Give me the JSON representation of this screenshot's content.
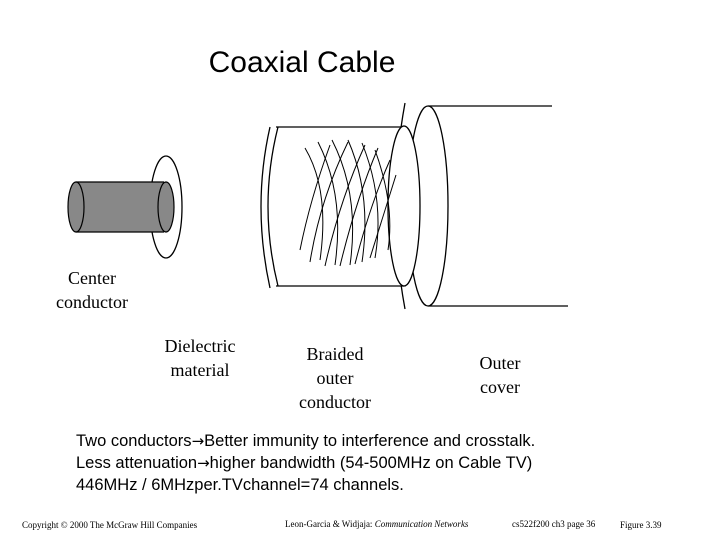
{
  "title": "Coaxial Cable",
  "labels": {
    "center_conductor": [
      "Center",
      "conductor"
    ],
    "dielectric": [
      "Dielectric",
      "material"
    ],
    "braided": [
      "Braided",
      "outer",
      "conductor"
    ],
    "outer_cover": [
      "Outer",
      "cover"
    ]
  },
  "bullets": [
    {
      "before": "Two conductors",
      "after": "Better immunity to interference and crosstalk."
    },
    {
      "before": "Less attenuation",
      "after": "higher bandwidth (54-500MHz on Cable TV)"
    },
    {
      "before": "446MHz / 6MHzper.TVchannel=74 channels.",
      "after": ""
    }
  ],
  "arrow_glyph": "→",
  "footer": {
    "copyright": "Copyright © 2000 The McGraw Hill Companies",
    "authors": "Leon-Garcia & Widjaja: ",
    "book": "Communication Networks",
    "course": "cs522f200 ch3 page 36",
    "figure": "Figure 3.39"
  },
  "colors": {
    "conductor_fill": "#888888",
    "line": "#000000",
    "background": "#ffffff"
  }
}
